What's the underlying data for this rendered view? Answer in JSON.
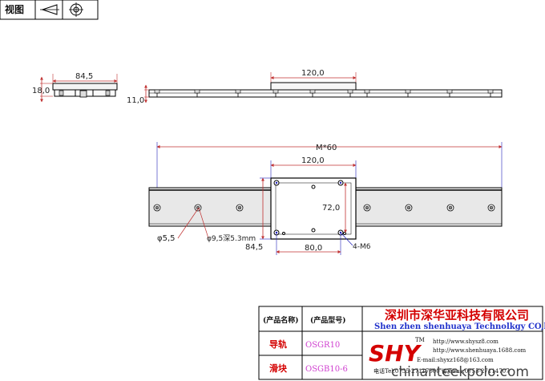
{
  "header": {
    "view_label": "视图"
  },
  "icons": {
    "projection_symbol": "first-angle-projection-icon",
    "crosshair_symbol": "crosshair-circle-icon"
  },
  "side_view": {
    "width_dim": "84,5",
    "height_dim": "18,0"
  },
  "front_view": {
    "block_width_dim": "120,0",
    "rail_height_dim": "11,0"
  },
  "top_view": {
    "rail_length_dim": "M*60",
    "block_length_dim": "120,0",
    "block_width_dim": "72,0",
    "hole_pitch_x_dim": "80,0",
    "overall_width_dim": "84,5",
    "hole_small_dim": "φ5,5",
    "hole_cbore_dim": "φ9,5深5.3mm",
    "tapped_holes_dim": "4-M6"
  },
  "title_block": {
    "col_name_header": "(产品名称)",
    "col_model_header": "(产品型号)",
    "row1_name": "导轨",
    "row1_model": "OSGR10",
    "row2_name": "滑块",
    "row2_model": "OSGB10-6",
    "company_cn": "深圳市深华亚科技有限公司",
    "company_en": "Shen zhen shenhuaya Technolkgy CO,ltd",
    "logo_text": "SHY",
    "logo_tm": "TM",
    "contact_1": "http://www.shysz8.com",
    "contact_2": "http://www.shenhuaya.1688.com",
    "contact_3": "E-mail:shyxz168@163.com",
    "contact_4": "电话Tel:0755-27117000  传真Fax:0755-27114707"
  },
  "watermark": {
    "text": "chinanteekpolo.com"
  },
  "colors": {
    "dimension_line": "#c03030",
    "leader_line": "#2222bb",
    "title_red": "#d40000",
    "model_magenta": "#d040d0",
    "rail_gray": "#e8e8e8"
  }
}
